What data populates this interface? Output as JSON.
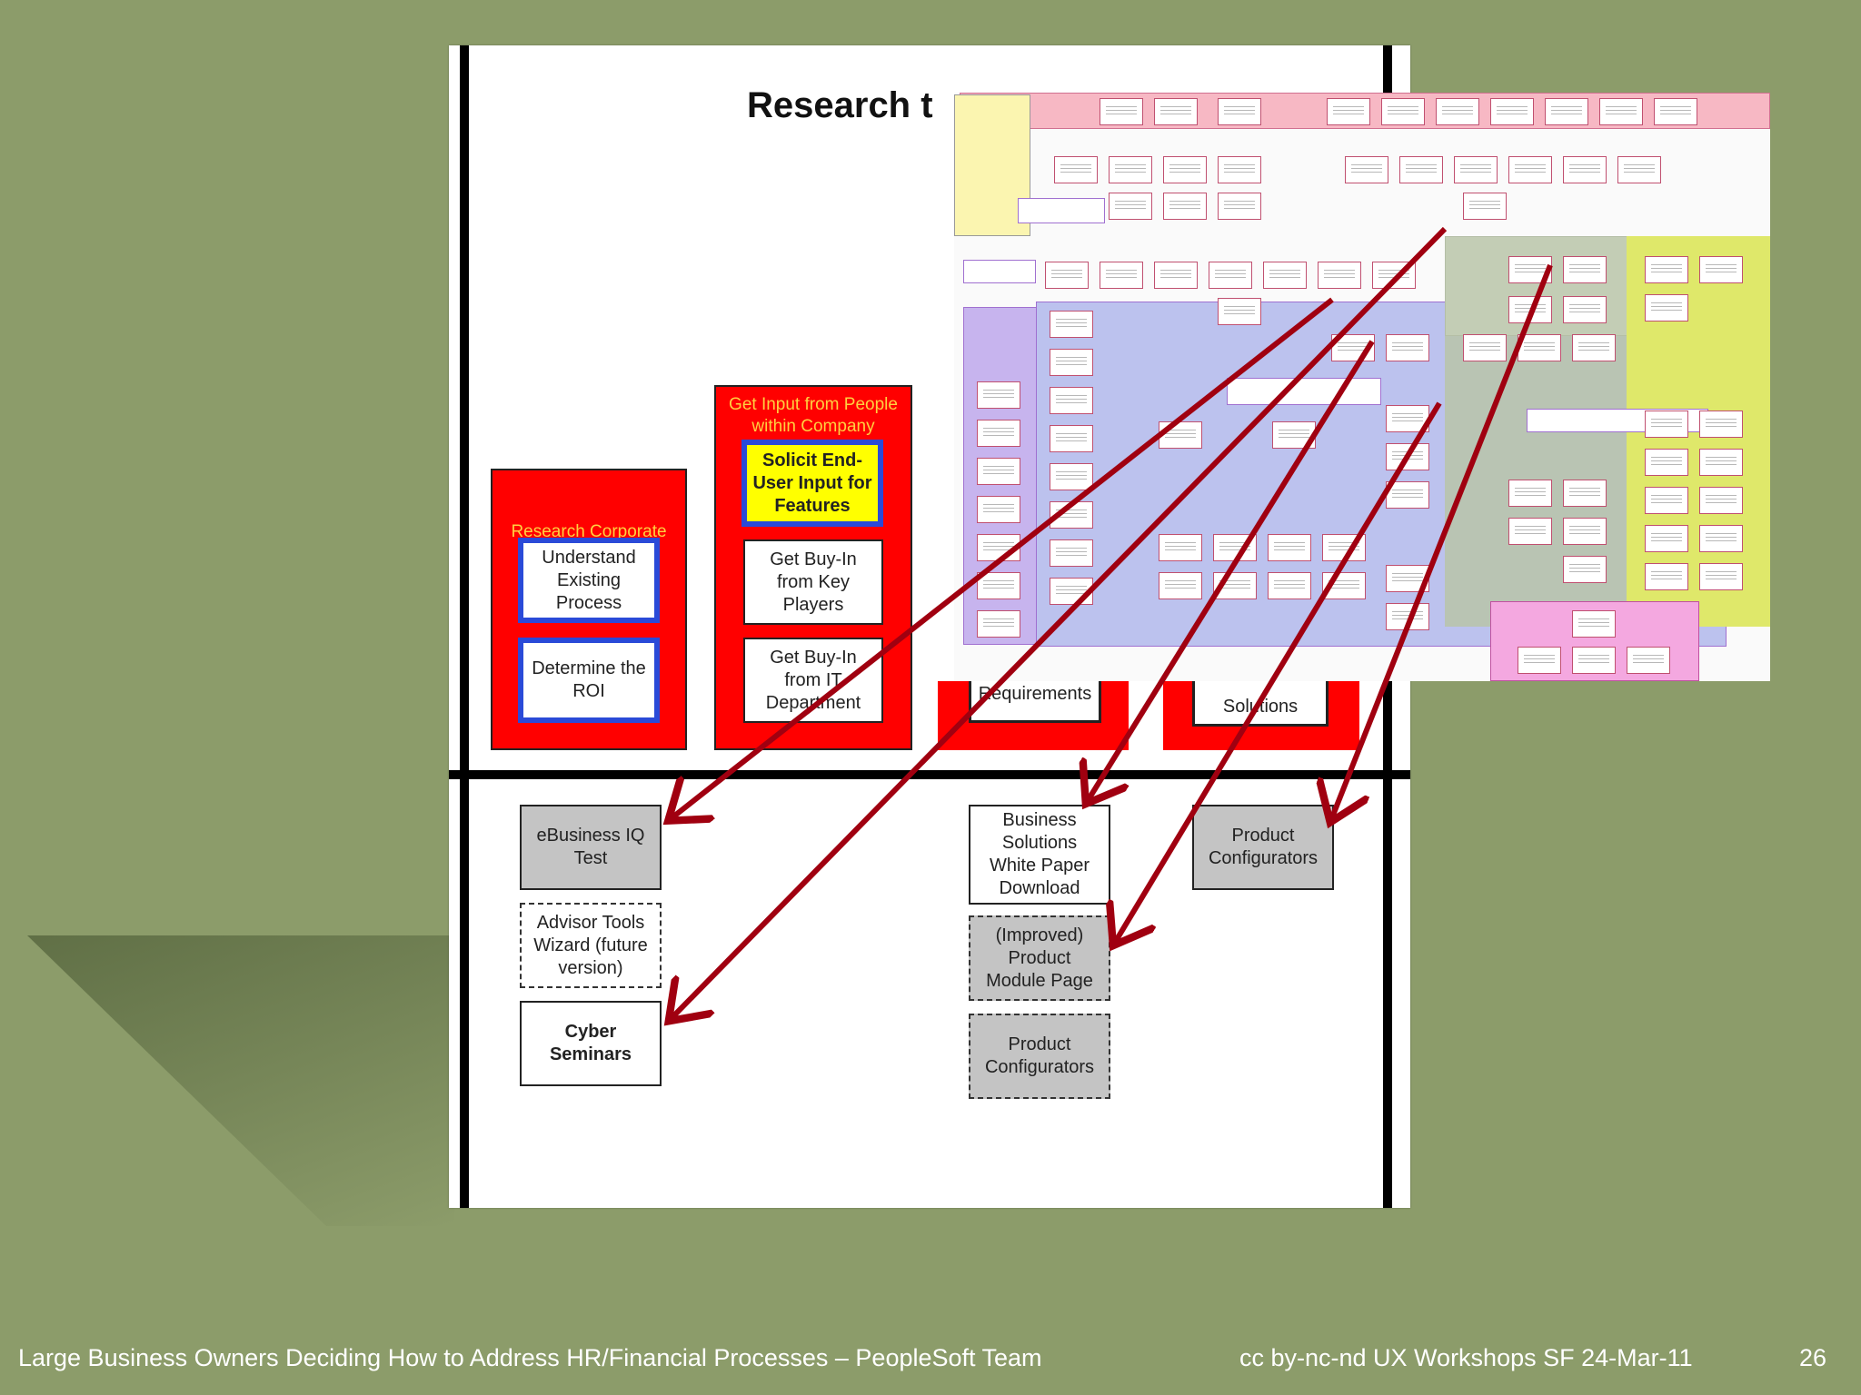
{
  "slide": {
    "title": "Research t",
    "groups": [
      {
        "label": "Research Corporate\nNeeds"
      },
      {
        "label": "Get Input from People\nwithin Company"
      }
    ],
    "boxes": {
      "understand": "Understand\nExisting\nProcess",
      "roi": "Determine the\nROI",
      "solicit": "Solicit End-\nUser Input for\nFeatures",
      "buyin_key": "Get Buy-In\nfrom Key\nPlayers",
      "buyin_it": "Get Buy-In\nfrom IT\nDepartment",
      "requirements": "Requirements",
      "solutions": "Solutions",
      "ebusiness": "eBusiness IQ\nTest",
      "advisor": "Advisor Tools\nWizard (future\nversion)",
      "cyber": "Cyber\nSeminars",
      "whitepaper": "Business\nSolutions\nWhite Paper\nDownload",
      "product_module": "(Improved)\nProduct\nModule Page",
      "product_config_1": "Product\nConfigurators",
      "product_config_2": "Product\nConfigurators"
    }
  },
  "footer": {
    "left": "Large Business Owners Deciding How to Address HR/Financial Processes – PeopleSoft Team",
    "middle": "cc by-nc-nd UX Workshops SF 24-Mar-11",
    "page": "26"
  },
  "colors": {
    "background": "#8c9c6a",
    "group_red": "#ff0000",
    "box_blue_border": "#2a4ad8",
    "highlight_yellow": "#ffff00",
    "arrow_red": "#a00010"
  }
}
